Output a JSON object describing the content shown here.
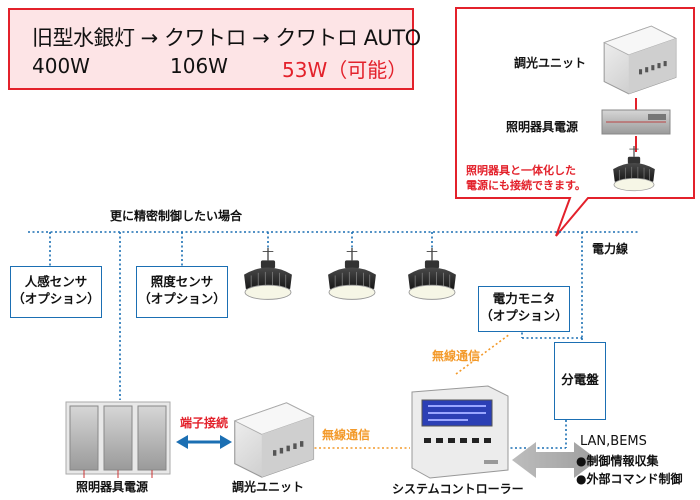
{
  "headline": {
    "line1": "旧型水銀灯 → クワトロ → クワトロ AUTO",
    "watt_old": "400W",
    "watt_quattro": "106W",
    "watt_auto": "53W（可能）"
  },
  "callout": {
    "dimmer_label": "調光ユニット",
    "power_label": "照明器具電源",
    "note_line1": "照明器具と一体化した",
    "note_line2": "電源にも接続できます。"
  },
  "diagram": {
    "finer_control": "更に精密制御したい場合",
    "power_line": "電力線",
    "motion_sensor": [
      "人感センサ",
      "（オプション）"
    ],
    "light_sensor": [
      "照度センサ",
      "（オプション）"
    ],
    "power_monitor": [
      "電力モニタ",
      "（オプション）"
    ],
    "distribution_board": "分電盤",
    "wireless_1": "無線通信",
    "wireless_2": "無線通信",
    "terminal_connection": "端子接続",
    "fixture_power": "照明器具電源",
    "dimmer_unit": "調光ユニット",
    "system_controller": "システムコントローラー",
    "lan": "LAN,BEMS",
    "bullet_1": "●制御情報収集",
    "bullet_2": "●外部コマンド制御"
  },
  "colors": {
    "accent_red": "#e3212b",
    "line_blue": "#1b6fb3",
    "wireless_orange": "#f39a2b"
  }
}
